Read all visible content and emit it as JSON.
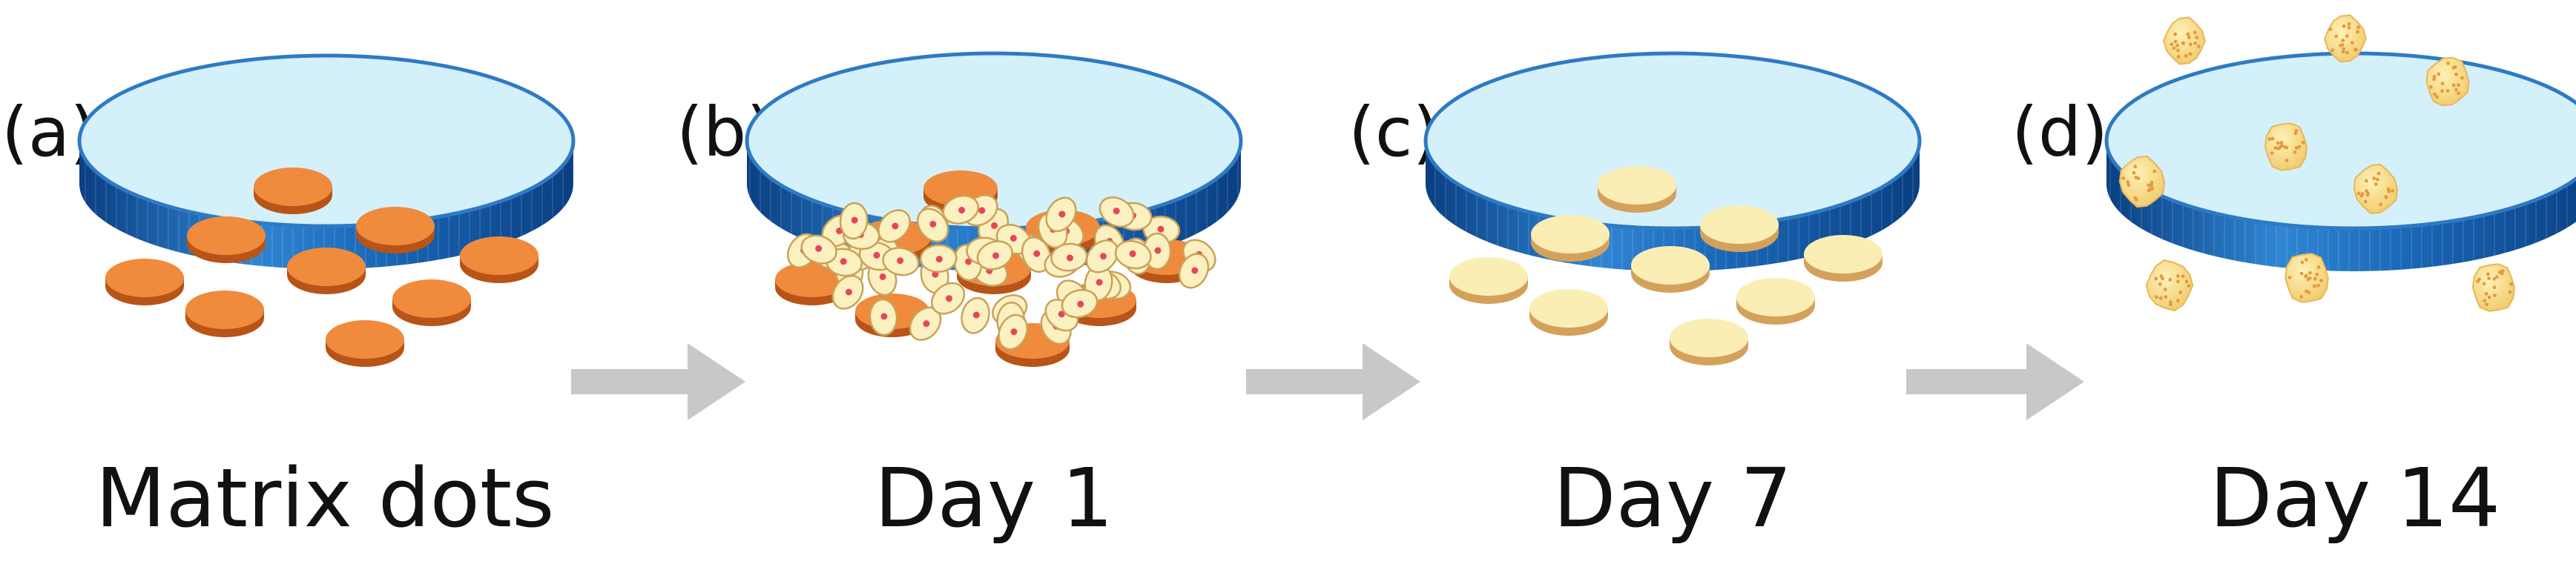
{
  "panels": [
    {
      "letter": "(a)",
      "caption": "Matrix dots"
    },
    {
      "letter": "(b)",
      "caption": "Day 1"
    },
    {
      "letter": "(c)",
      "caption": "Day 7"
    },
    {
      "letter": "(d)",
      "caption": "Day 14"
    }
  ],
  "colors": {
    "dish_top": "#d4f0fb",
    "dish_rim_stroke": "#2e7ac4",
    "dish_wall_dark": "#0d4f9c",
    "dish_wall_light": "#3a93dc",
    "matrix_dot": "#f08a3c",
    "matrix_dot_side": "#b85418",
    "cell_body": "#fbf1c0",
    "cell_outline": "#c9a25a",
    "cell_nucleus": "#e8455a",
    "spheroid": "#f7dc86",
    "spheroid_speck": "#e59a3e",
    "arrow": "#c8c8c8"
  }
}
